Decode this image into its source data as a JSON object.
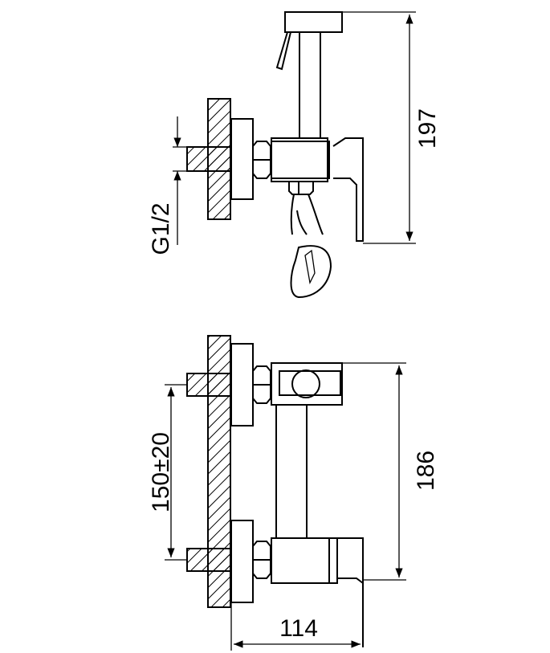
{
  "dimensions": {
    "side_height": "197",
    "thread": "G1/2",
    "front_height": "186",
    "spacing": "150±20",
    "depth": "114"
  },
  "colors": {
    "line": "#000000",
    "background": "#ffffff"
  }
}
